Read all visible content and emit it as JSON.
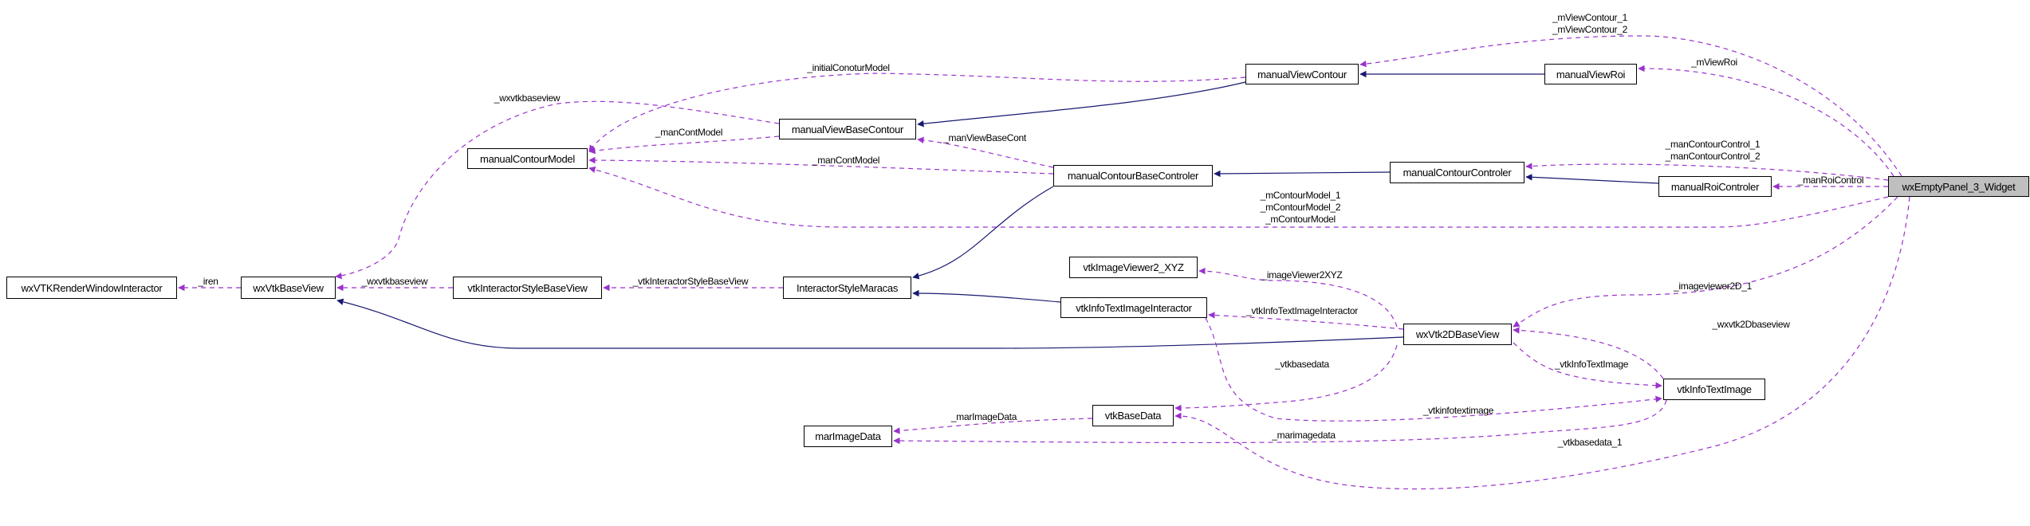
{
  "colors": {
    "inheritance": "#191970",
    "usage": "#9a32cd",
    "focus_fill": "#bfbfbf"
  },
  "nodes": {
    "wxEmptyPanel_3_Widget": "wxEmptyPanel_3_Widget",
    "manualViewContour": "manualViewContour",
    "manualViewRoi": "manualViewRoi",
    "manualViewBaseContour": "manualViewBaseContour",
    "manualContourModel": "manualContourModel",
    "manualContourBaseControler": "manualContourBaseControler",
    "manualContourControler": "manualContourControler",
    "manualRoiControler": "manualRoiControler",
    "wxVTKRenderWindowInteractor": "wxVTKRenderWindowInteractor",
    "wxVtkBaseView": "wxVtkBaseView",
    "vtkInteractorStyleBaseView": "vtkInteractorStyleBaseView",
    "InteractorStyleMaracas": "InteractorStyleMaracas",
    "vtkImageViewer2_XYZ": "vtkImageViewer2_XYZ",
    "vtkInfoTextImageInteractor": "vtkInfoTextImageInteractor",
    "wxVtk2DBaseView": "wxVtk2DBaseView",
    "vtkInfoTextImage": "vtkInfoTextImage",
    "vtkBaseData": "vtkBaseData",
    "marImageData": "marImageData"
  },
  "edge_labels": {
    "mViewContour": "_mViewContour_1\n_mViewContour_2",
    "mViewRoi": "_mViewRoi",
    "manContourControl": "_manContourControl_1\n_manContourControl_2",
    "manRoiControl": "_manRoiControl",
    "mContourModel": "_mContourModel_1\n_mContourModel_2\n_mContourModel",
    "imageViewer2XYZ": "_imageViewer2XYZ",
    "imageviewer2D_1": "_imageviewer2D_1",
    "vtkInfoTextImageInteractor": "_vtkInfoTextImageInteractor",
    "wxvtk2Dbaseview": "_wxvtk2Dbaseview",
    "vtkbasedata": "_vtkbasedata",
    "vtkInfoTextImage": "_vtkInfoTextImage",
    "vtkinfotextimage": "_vtkinfotextimage",
    "marimagedata": "_marimagedata",
    "vtkbasedata_1": "_vtkbasedata_1",
    "initialConoturModel": "_initialConoturModel",
    "wxvtkbaseview_1": "_wxvtkbaseview",
    "manContModel_1": "_manContModel",
    "manViewBaseCont": "_manViewBaseCont",
    "manContModel_2": "_manContModel",
    "iren": "_iren",
    "wxvtkbaseview_2": "_wxvtkbaseview",
    "vtkInteractorStyleBaseView": "_vtkInteractorStyleBaseView",
    "marImageData": "_marImageData"
  }
}
